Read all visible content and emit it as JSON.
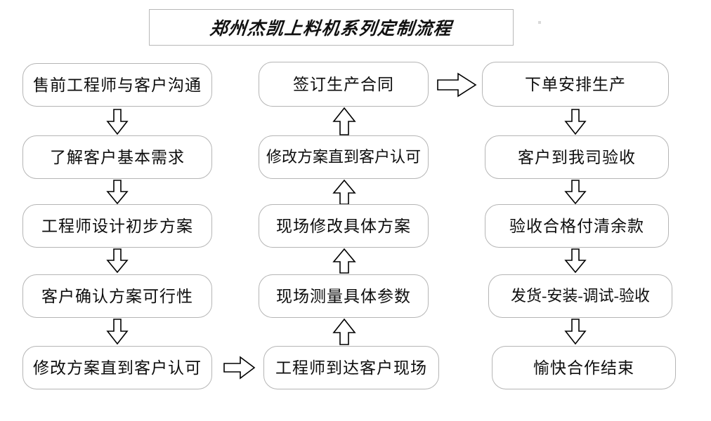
{
  "title": {
    "text": "郑州杰凯上料机系列定制流程"
  },
  "colors": {
    "box_border": "#b5b5b5",
    "title_border": "#b8b8b8",
    "text": "#0d0d0d",
    "arrow_stroke": "#000000",
    "arrow_fill": "#ffffff",
    "background": "#ffffff"
  },
  "columns": [
    {
      "name": "left-column",
      "flow_direction": "down",
      "nodes": [
        {
          "id": "l1",
          "label": "售前工程师与客户沟通"
        },
        {
          "id": "l2",
          "label": "了解客户基本需求"
        },
        {
          "id": "l3",
          "label": "工程师设计初步方案"
        },
        {
          "id": "l4",
          "label": "客户确认方案可行性"
        },
        {
          "id": "l5",
          "label": "修改方案直到客户认可"
        }
      ]
    },
    {
      "name": "middle-column",
      "flow_direction": "up",
      "nodes": [
        {
          "id": "m1",
          "label": "签订生产合同"
        },
        {
          "id": "m2",
          "label": "修改方案直到客户认可"
        },
        {
          "id": "m3",
          "label": "现场修改具体方案"
        },
        {
          "id": "m4",
          "label": "现场测量具体参数"
        },
        {
          "id": "m5",
          "label": "工程师到达客户现场"
        }
      ]
    },
    {
      "name": "right-column",
      "flow_direction": "down",
      "nodes": [
        {
          "id": "r1",
          "label": "下单安排生产"
        },
        {
          "id": "r2",
          "label": "客户到我司验收"
        },
        {
          "id": "r3",
          "label": "验收合格付清余款"
        },
        {
          "id": "r4",
          "label": "发货-安装-调试-验收"
        },
        {
          "id": "r5",
          "label": "愉快合作结束"
        }
      ]
    }
  ],
  "connectors": [
    {
      "id": "c-l1-l2",
      "from": "l1",
      "to": "l2",
      "direction": "down",
      "icon": "arrow-down-icon"
    },
    {
      "id": "c-l2-l3",
      "from": "l2",
      "to": "l3",
      "direction": "down",
      "icon": "arrow-down-icon"
    },
    {
      "id": "c-l3-l4",
      "from": "l3",
      "to": "l4",
      "direction": "down",
      "icon": "arrow-down-icon"
    },
    {
      "id": "c-l4-l5",
      "from": "l4",
      "to": "l5",
      "direction": "down",
      "icon": "arrow-down-icon"
    },
    {
      "id": "c-l5-m5",
      "from": "l5",
      "to": "m5",
      "direction": "right",
      "icon": "arrow-right-icon"
    },
    {
      "id": "c-m5-m4",
      "from": "m5",
      "to": "m4",
      "direction": "up",
      "icon": "arrow-up-icon"
    },
    {
      "id": "c-m4-m3",
      "from": "m4",
      "to": "m3",
      "direction": "up",
      "icon": "arrow-up-icon"
    },
    {
      "id": "c-m3-m2",
      "from": "m3",
      "to": "m2",
      "direction": "up",
      "icon": "arrow-up-icon"
    },
    {
      "id": "c-m2-m1",
      "from": "m2",
      "to": "m1",
      "direction": "up",
      "icon": "arrow-up-icon"
    },
    {
      "id": "c-m1-r1",
      "from": "m1",
      "to": "r1",
      "direction": "right",
      "icon": "arrow-right-icon"
    },
    {
      "id": "c-r1-r2",
      "from": "r1",
      "to": "r2",
      "direction": "down",
      "icon": "arrow-down-icon"
    },
    {
      "id": "c-r2-r3",
      "from": "r2",
      "to": "r3",
      "direction": "down",
      "icon": "arrow-down-icon"
    },
    {
      "id": "c-r3-r4",
      "from": "r3",
      "to": "r4",
      "direction": "down",
      "icon": "arrow-down-icon"
    },
    {
      "id": "c-r4-r5",
      "from": "r4",
      "to": "r5",
      "direction": "down",
      "icon": "arrow-down-icon"
    }
  ]
}
